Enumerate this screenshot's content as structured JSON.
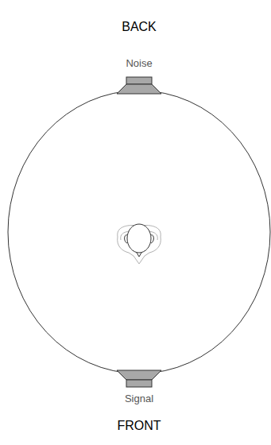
{
  "diagram": {
    "labels": [
      "BACK",
      "Noise",
      "Signal",
      "FRONT"
    ]
  }
}
